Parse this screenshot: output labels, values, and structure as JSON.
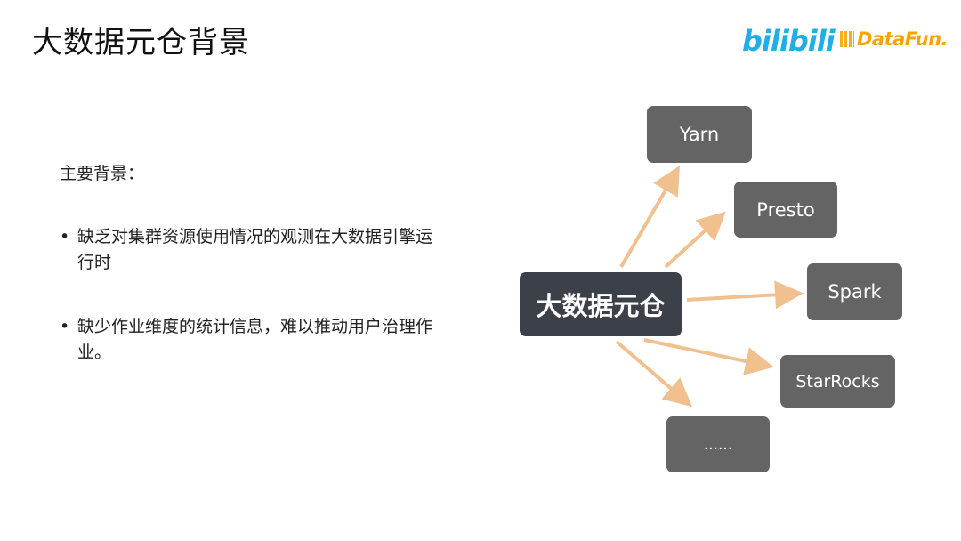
{
  "slide": {
    "title": "大数据元仓背景",
    "logos": {
      "bilibili": "bilibili",
      "datafun": "DataFun."
    },
    "heading": "主要背景：",
    "bullets": [
      {
        "marker": "•",
        "text": "缺乏对集群资源使用情况的观测在大数据引擎运行时"
      },
      {
        "marker": "•",
        "text": "缺少作业维度的统计信息，难以推动用户治理作业。"
      }
    ]
  },
  "diagram": {
    "center": "大数据元仓",
    "targets": [
      "Yarn",
      "Presto",
      "Spark",
      "StarRocks",
      "......"
    ]
  },
  "colors": {
    "node": "#646464",
    "center_node": "#3c4149",
    "arrow": "#f0c08f",
    "bilibili": "#23ade5",
    "datafun": "#f7a400"
  }
}
